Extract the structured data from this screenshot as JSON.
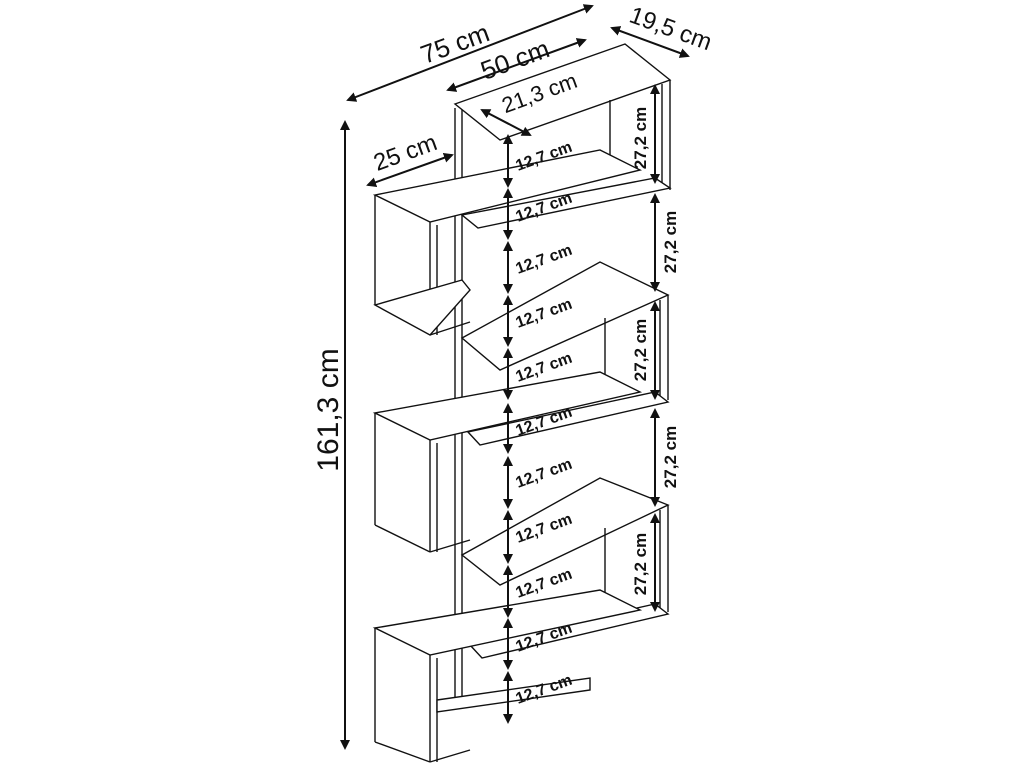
{
  "dimensions": {
    "total_width": "75 cm",
    "inner_width": "50 cm",
    "depth": "19,5 cm",
    "top_depth": "21,3 cm",
    "side_width": "25 cm",
    "height": "161,3 cm",
    "section_height": "27,2 cm",
    "shelf_gap": "12,7 cm"
  }
}
